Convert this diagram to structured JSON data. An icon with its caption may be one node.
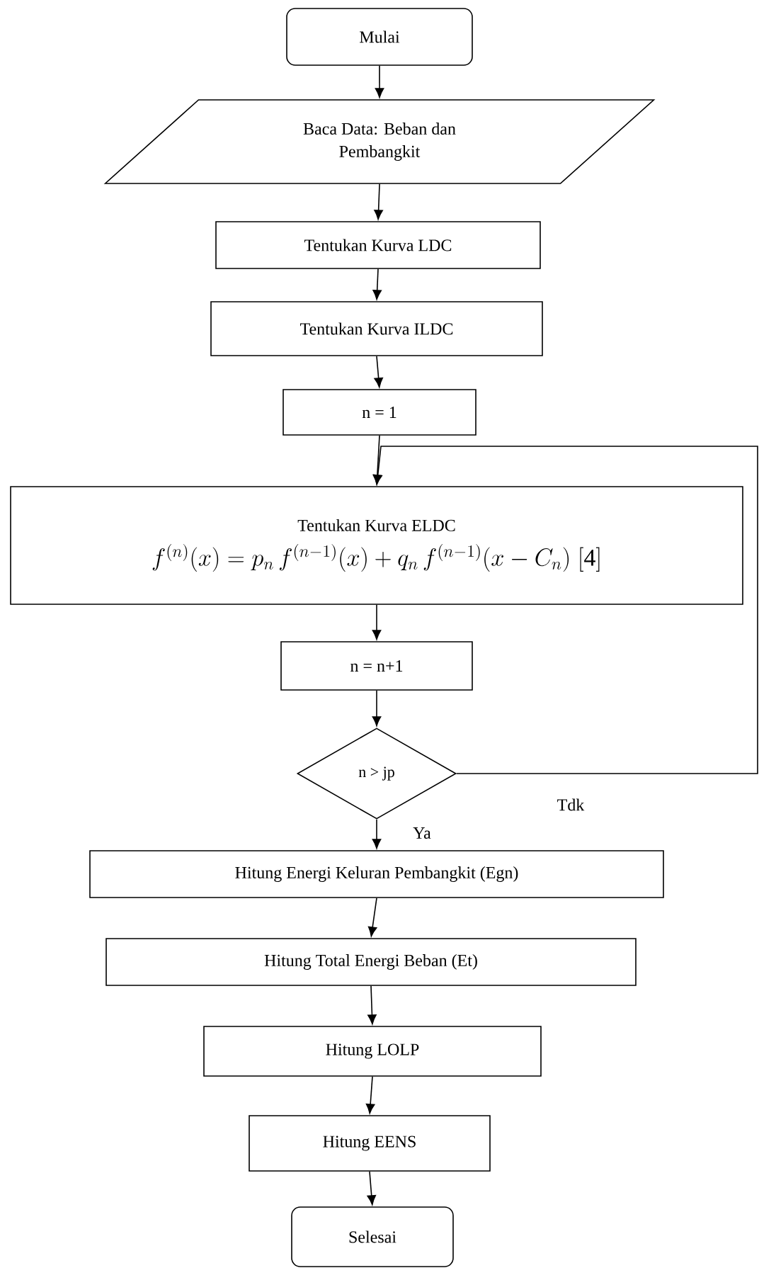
{
  "diagram": {
    "nodes": [
      {
        "text": [
          "Mulai"
        ]
      },
      {
        "text": [
          "Baca Data: Beban dan Pembangkit"
        ]
      },
      {
        "text": [
          "Tentukan Kurva LDC"
        ]
      },
      {
        "text": [
          "Tentukan Kurva ILDC"
        ]
      },
      {
        "text": [
          "n = 1"
        ]
      },
      {
        "text": [
          "Tentukan Kurva ELDC",
          "f^{(n)}(x)=p_n\\,f^{(n-1)}(x)+q_n\\,f^{(n-1)}(x-C_n)\\;\\mathrm{[4]}"
        ]
      },
      {
        "text": [
          "n = n+1"
        ]
      },
      {
        "text": [
          "n > jp"
        ]
      },
      {
        "text": [
          "Hitung Energi Keluran Pembangkit (Egn)"
        ]
      },
      {
        "text": [
          "Hitung Total Energi Beban (Et)"
        ]
      },
      {
        "text": [
          "Hitung LOLP"
        ]
      },
      {
        "text": [
          "Hitung EENS"
        ]
      },
      {
        "text": [
          "Selesai"
        ]
      }
    ],
    "edges": [
      {
        "from": 0,
        "to": 1,
        "arrow": "to"
      },
      {
        "from": 1,
        "to": 2,
        "arrow": "to"
      },
      {
        "from": 2,
        "to": 3,
        "arrow": "to"
      },
      {
        "from": 3,
        "to": 4,
        "arrow": "to"
      },
      {
        "from": 4,
        "to": 5,
        "arrow": "to"
      },
      {
        "from": 5,
        "to": 6,
        "arrow": "to"
      },
      {
        "from": 6,
        "to": 7,
        "arrow": "to"
      },
      {
        "from": 7,
        "to": 8,
        "arrow": "to",
        "label": "Ya"
      },
      {
        "from": 9,
        "to": 10,
        "arrow": "to"
      },
      {
        "from": 8,
        "to": 9,
        "arrow": "to"
      },
      {
        "from": 10,
        "to": 11,
        "arrow": "to"
      },
      {
        "from": 11,
        "to": 12,
        "arrow": "to"
      },
      {
        "from": 7,
        "to": 5,
        "arrow": "to",
        "label": "Tdk"
      }
    ]
  }
}
